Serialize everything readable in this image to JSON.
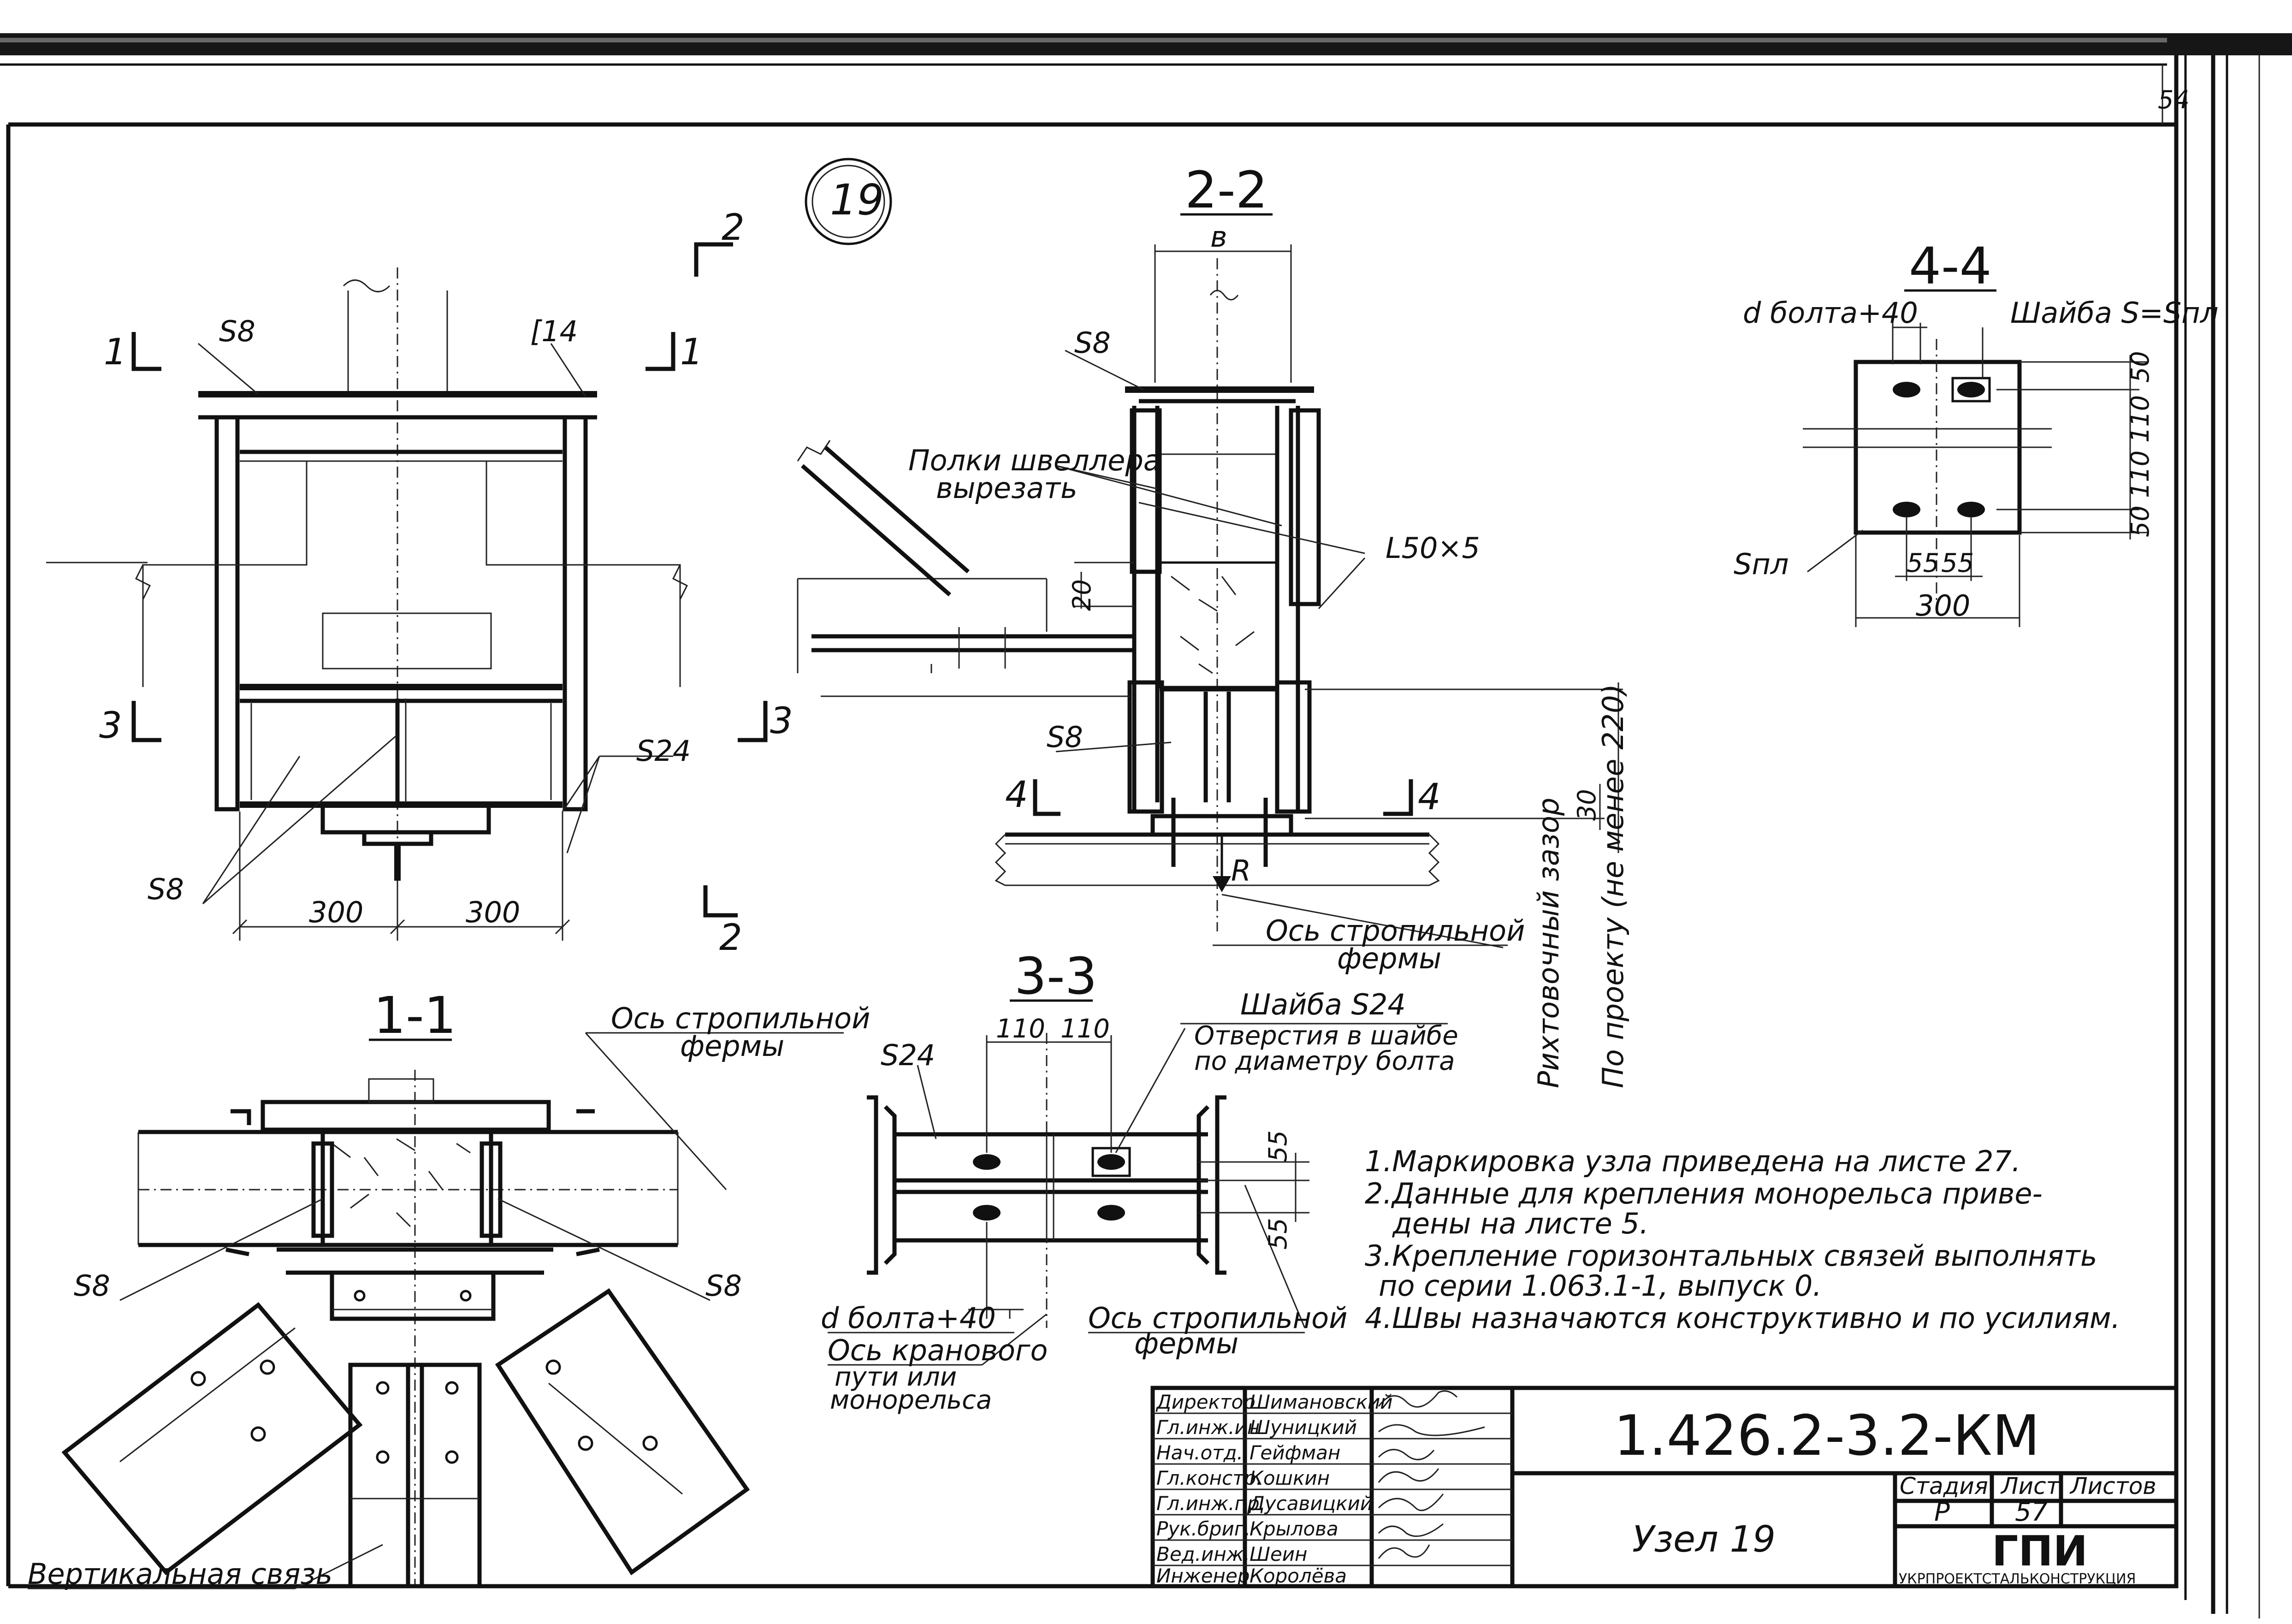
{
  "sheet_corner_mark": "54",
  "node_number": "19",
  "sections": {
    "s22_title": "2-2",
    "s44_title": "4-4",
    "s11_title": "1-1",
    "s33_title": "3-3"
  },
  "cut_marks": {
    "c1": "1",
    "c2": "2",
    "c3": "3",
    "c4": "4"
  },
  "plan": {
    "s8_top": "S8",
    "channel": "[14",
    "s24": "S24",
    "s8_bottom": "S8",
    "dim_left": "300",
    "dim_right": "300"
  },
  "section22": {
    "dim_b": "в",
    "s8_top": "S8",
    "shelves_note_1": "Полки швеллера",
    "shelves_note_2": "вырезать",
    "angle": "L50×5",
    "dim_20": "20",
    "s8_mid": "S8",
    "dim_30": "30",
    "dim_220": "По проекту (не менее 220)",
    "gap": "Рихтовочный зазор",
    "force": "R",
    "axis_1": "Ось стропильной",
    "axis_2": "фермы"
  },
  "section44": {
    "bolt": "d болта+40",
    "washer": "Шайба S=Sпл",
    "plate": "Sпл",
    "d50a": "50",
    "d110a": "110",
    "d110b": "110",
    "d50b": "50",
    "d55a": "55",
    "d55b": "55",
    "d300": "300"
  },
  "section11": {
    "axis_1": "Ось стропильной",
    "axis_2": "фермы",
    "s8_left": "S8",
    "s8_right": "S8",
    "vertical_brace": "Вертикальная связь"
  },
  "section33": {
    "s24": "S24",
    "d110a": "110",
    "d110b": "110",
    "washer_1": "Шайба S24",
    "washer_2": "Отверстия в шайбе",
    "washer_3": "по диаметру болта",
    "d55a": "55",
    "d55b": "55",
    "bolt": "d болта+40",
    "crane_1": "Ось кранового",
    "crane_2": "пути или",
    "crane_3": "монорельса",
    "axis_1": "Ось стропильной",
    "axis_2": "фермы"
  },
  "notes": [
    "1.Маркировка узла приведена на листе 27.",
    "2.Данные для крепления монорельса приве-",
    "дены на листе 5.",
    "3.Крепление горизонтальных связей выполнять",
    "по серии 1.063.1-1, выпуск 0.",
    "4.Швы назначаются конструктивно и по усилиям."
  ],
  "title_block": {
    "roles": [
      "Директор",
      "Гл.инж.ин",
      "Нач.отд.",
      "Гл.констр.",
      "Гл.инж.пр.",
      "Рук.бриг.",
      "Вед.инж.",
      "Инженер"
    ],
    "names": [
      "Шимановский",
      "Шуницкий",
      "Гейфман",
      "Кошкин",
      "Дусавицкий",
      "Крылова",
      "Шеин",
      "Королёва"
    ],
    "code": "1.426.2-3.2-КМ",
    "node_title": "Узел 19",
    "stage_label": "Стадия",
    "sheet_label": "Лист",
    "sheets_label": "Листов",
    "stage_value": "Р",
    "sheet_value": "57",
    "org_short": "ГПИ",
    "org_full": "УКРПРОЕКТСТАЛЬКОНСТРУКЦИЯ"
  }
}
